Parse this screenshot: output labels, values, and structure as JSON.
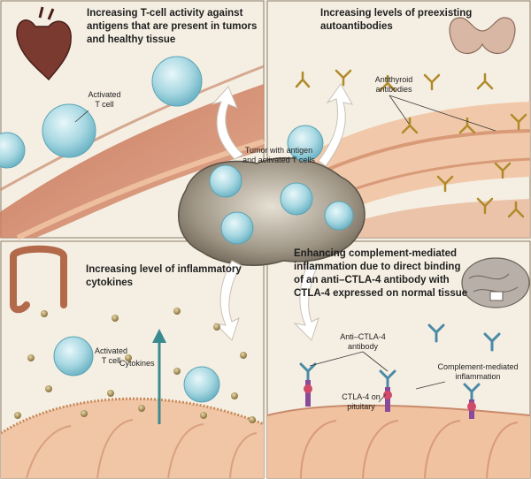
{
  "panels": {
    "top_left": {
      "title": "Increasing T-cell activity against antigens that are present in tumors and healthy tissue",
      "label_tcell": "Activated\nT cell"
    },
    "top_right": {
      "title": "Increasing levels of preexisting autoantibodies",
      "label_antibodies": "Antithyroid\nantibodies"
    },
    "bottom_left": {
      "title": "Increasing level of inflammatory cytokines",
      "label_tcell": "Activated\nT cell",
      "label_cytokines": "Cytokines"
    },
    "bottom_right": {
      "title": "Enhancing complement-mediated inflammation due to direct binding of an anti–CTLA-4 antibody with CTLA-4 expressed on normal tissue",
      "label_antibody": "Anti–CTLA-4\nantibody",
      "label_complement": "Complement-mediated\ninflammation",
      "label_ctla4": "CTLA-4 on\npituitary"
    }
  },
  "center": {
    "label": "Tumor with antigen\nand activated T cells"
  },
  "colors": {
    "tcell": "#a8d8e2",
    "vessel": "#d98c6a",
    "tissue": "#f2c9a8",
    "panel_bg": "#f4ede2",
    "antibody": "#c8a23a",
    "arrow": "#ffffff",
    "cytokine": "#b49a5c"
  },
  "icons": [
    "heart-icon",
    "thyroid-icon",
    "colon-icon",
    "brain-icon"
  ]
}
